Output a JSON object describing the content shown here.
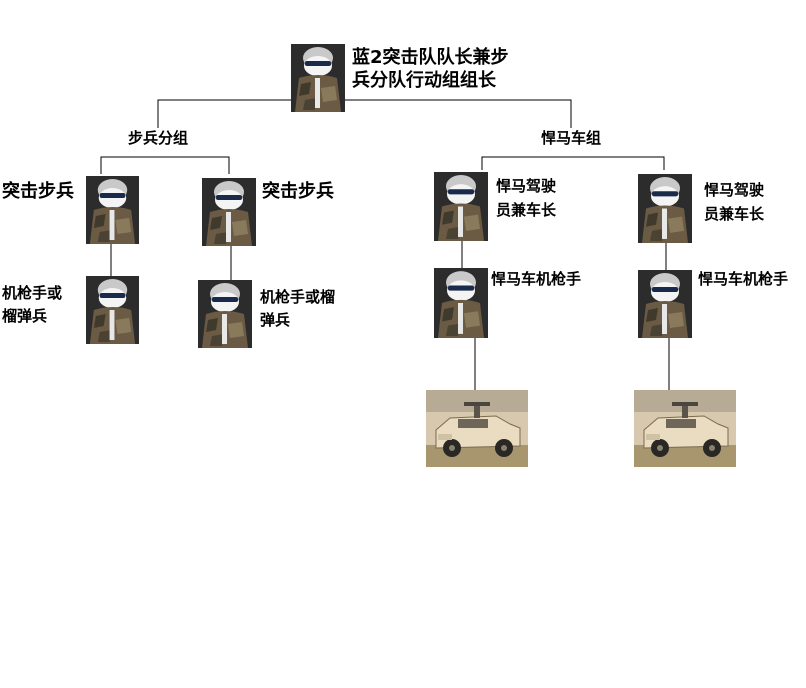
{
  "root": {
    "label_line1": "蓝2突击队队长兼步",
    "label_line2": "兵分队行动组组长"
  },
  "groups": {
    "infantry": {
      "label": "步兵分组"
    },
    "humvee": {
      "label": "悍马车组"
    }
  },
  "infantry": {
    "assault_left": "突击步兵",
    "assault_right": "突击步兵",
    "gunner_left_line1": "机枪手或",
    "gunner_left_line2": "榴弹兵",
    "gunner_right_line1": "机枪手或榴",
    "gunner_right_line2": "弹兵"
  },
  "humvee_crew": {
    "driver_left_line1": "悍马驾驶",
    "driver_left_line2": "员兼车长",
    "driver_right_line1": "悍马驾驶",
    "driver_right_line2": "员兼车长",
    "gunner_left": "悍马车机枪手",
    "gunner_right": "悍马车机枪手"
  },
  "icons": {
    "soldier": "soldier-avatar-icon",
    "vehicle": "humvee-icon"
  },
  "colors": {
    "line": "#000000",
    "text": "#000000",
    "background": "#ffffff"
  }
}
